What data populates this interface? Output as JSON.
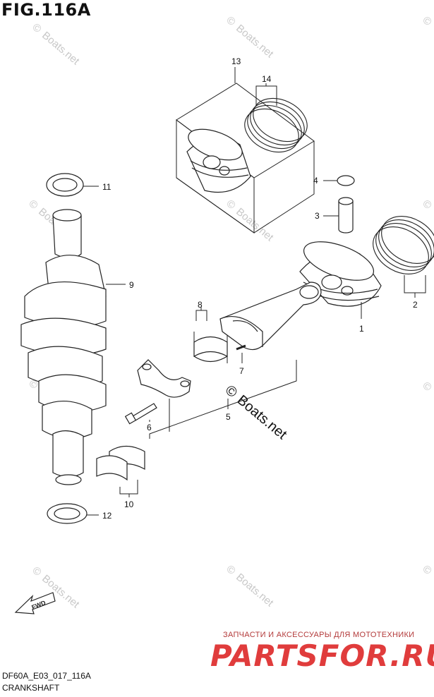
{
  "figure": {
    "title": "FIG.116A",
    "code": "DF60A_E03_017_116A",
    "name": "CRANKSHAFT",
    "fwd_label": "FWD"
  },
  "watermark": {
    "text": "Boats.net",
    "symbol": "©"
  },
  "advert": {
    "tagline": "ЗАПЧАСТИ И АКСЕССУАРЫ ДЛЯ МОТОТЕХНИКИ",
    "logo": "PARTSFOR.RU"
  },
  "callouts": [
    "1",
    "2",
    "3",
    "4",
    "5",
    "6",
    "7",
    "8",
    "9",
    "10",
    "11",
    "12",
    "13",
    "14"
  ],
  "colors": {
    "line": "#222222",
    "watermark": "#c8c8c8",
    "advert": "#e03c3c"
  }
}
